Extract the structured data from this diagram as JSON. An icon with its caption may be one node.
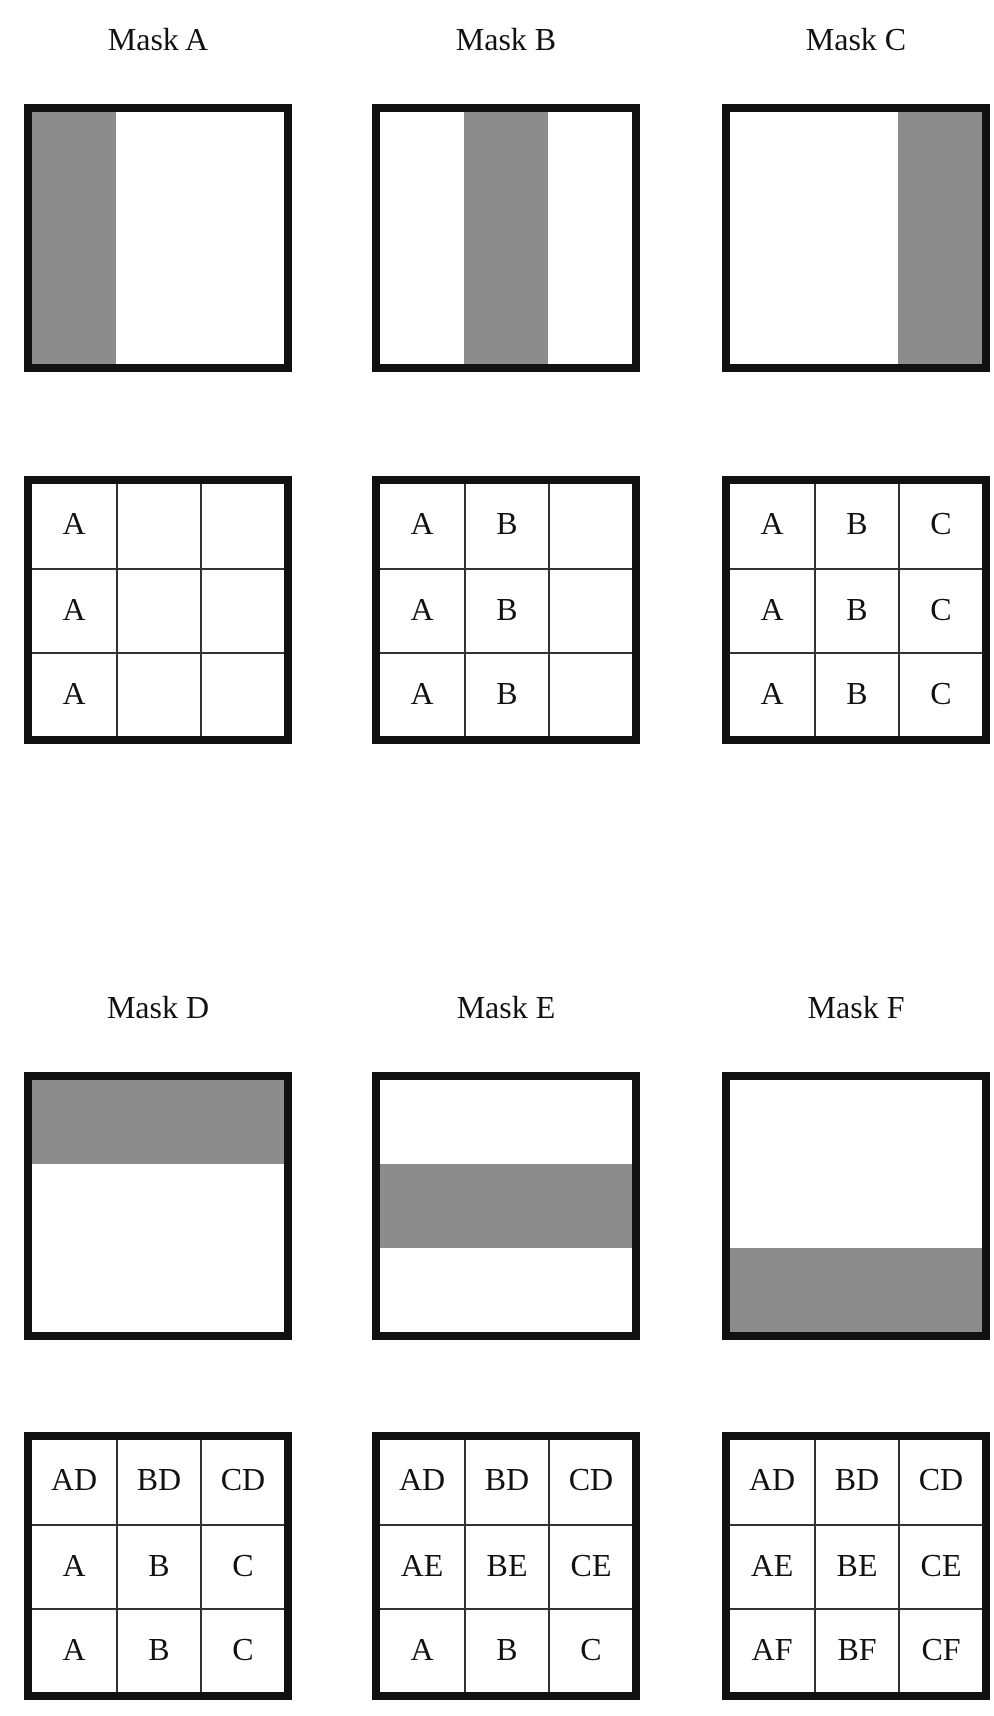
{
  "diagram": {
    "nodes": [
      {
        "text": [
          "Mask A"
        ]
      },
      {
        "text": [
          "Mask B"
        ]
      },
      {
        "text": [
          "Mask C"
        ]
      },
      {
        "text": [],
        "shape": "box"
      },
      {
        "text": [
          "A"
        ],
        "in": 3
      },
      {
        "text": [],
        "shape": "box",
        "in": 3
      },
      {
        "text": [],
        "shape": "box",
        "in": 3
      },
      {
        "text": [
          "A"
        ],
        "in": 3
      },
      {
        "text": [],
        "shape": "box",
        "in": 3
      },
      {
        "text": [],
        "shape": "box",
        "in": 3
      },
      {
        "text": [
          "A"
        ],
        "in": 3
      },
      {
        "text": [],
        "shape": "box",
        "in": 3
      },
      {
        "text": [],
        "shape": "box",
        "in": 3
      },
      {
        "text": [],
        "shape": "box"
      },
      {
        "text": [
          "A"
        ],
        "in": 13
      },
      {
        "text": [
          "B"
        ],
        "in": 13
      },
      {
        "text": [],
        "shape": "box",
        "in": 13
      },
      {
        "text": [
          "A"
        ],
        "in": 13
      },
      {
        "text": [
          "B"
        ],
        "in": 13
      },
      {
        "text": [],
        "shape": "box",
        "in": 13
      },
      {
        "text": [
          "A"
        ],
        "in": 13
      },
      {
        "text": [
          "B"
        ],
        "in": 13
      },
      {
        "text": [],
        "shape": "box",
        "in": 13
      },
      {
        "text": [],
        "shape": "box"
      },
      {
        "text": [
          "A"
        ],
        "in": 23
      },
      {
        "text": [
          "B"
        ],
        "in": 23
      },
      {
        "text": [
          "C"
        ],
        "in": 23
      },
      {
        "text": [
          "A"
        ],
        "in": 23
      },
      {
        "text": [
          "B"
        ],
        "in": 23
      },
      {
        "text": [
          "C"
        ],
        "in": 23
      },
      {
        "text": [
          "A"
        ],
        "in": 23
      },
      {
        "text": [
          "B"
        ],
        "in": 23
      },
      {
        "text": [
          "C"
        ],
        "in": 23
      },
      {
        "text": [
          "Mask D"
        ]
      },
      {
        "text": [
          "Mask E"
        ]
      },
      {
        "text": [
          "Mask F"
        ]
      },
      {
        "text": [],
        "shape": "box"
      },
      {
        "text": [
          "AD"
        ],
        "in": 36
      },
      {
        "text": [
          "BD"
        ],
        "in": 36
      },
      {
        "text": [
          "CD"
        ],
        "in": 36
      },
      {
        "text": [
          "A"
        ],
        "in": 36
      },
      {
        "text": [
          "B"
        ],
        "in": 36
      },
      {
        "text": [
          "C"
        ],
        "in": 36
      },
      {
        "text": [
          "A"
        ],
        "in": 36
      },
      {
        "text": [
          "B"
        ],
        "in": 36
      },
      {
        "text": [
          "C"
        ],
        "in": 36
      },
      {
        "text": [],
        "shape": "box"
      },
      {
        "text": [
          "AD"
        ],
        "in": 46
      },
      {
        "text": [
          "BD"
        ],
        "in": 46
      },
      {
        "text": [
          "CD"
        ],
        "in": 46
      },
      {
        "text": [
          "AE"
        ],
        "in": 46
      },
      {
        "text": [
          "BE"
        ],
        "in": 46
      },
      {
        "text": [
          "CE"
        ],
        "in": 46
      },
      {
        "text": [
          "A"
        ],
        "in": 46
      },
      {
        "text": [
          "B"
        ],
        "in": 46
      },
      {
        "text": [
          "C"
        ],
        "in": 46
      },
      {
        "text": [],
        "shape": "box"
      },
      {
        "text": [
          "AD"
        ],
        "in": 56
      },
      {
        "text": [
          "BD"
        ],
        "in": 56
      },
      {
        "text": [
          "CD"
        ],
        "in": 56
      },
      {
        "text": [
          "AE"
        ],
        "in": 56
      },
      {
        "text": [
          "BE"
        ],
        "in": 56
      },
      {
        "text": [
          "CE"
        ],
        "in": 56
      },
      {
        "text": [
          "AF"
        ],
        "in": 56
      },
      {
        "text": [
          "BF"
        ],
        "in": 56
      },
      {
        "text": [
          "CF"
        ],
        "in": 56
      }
    ]
  }
}
